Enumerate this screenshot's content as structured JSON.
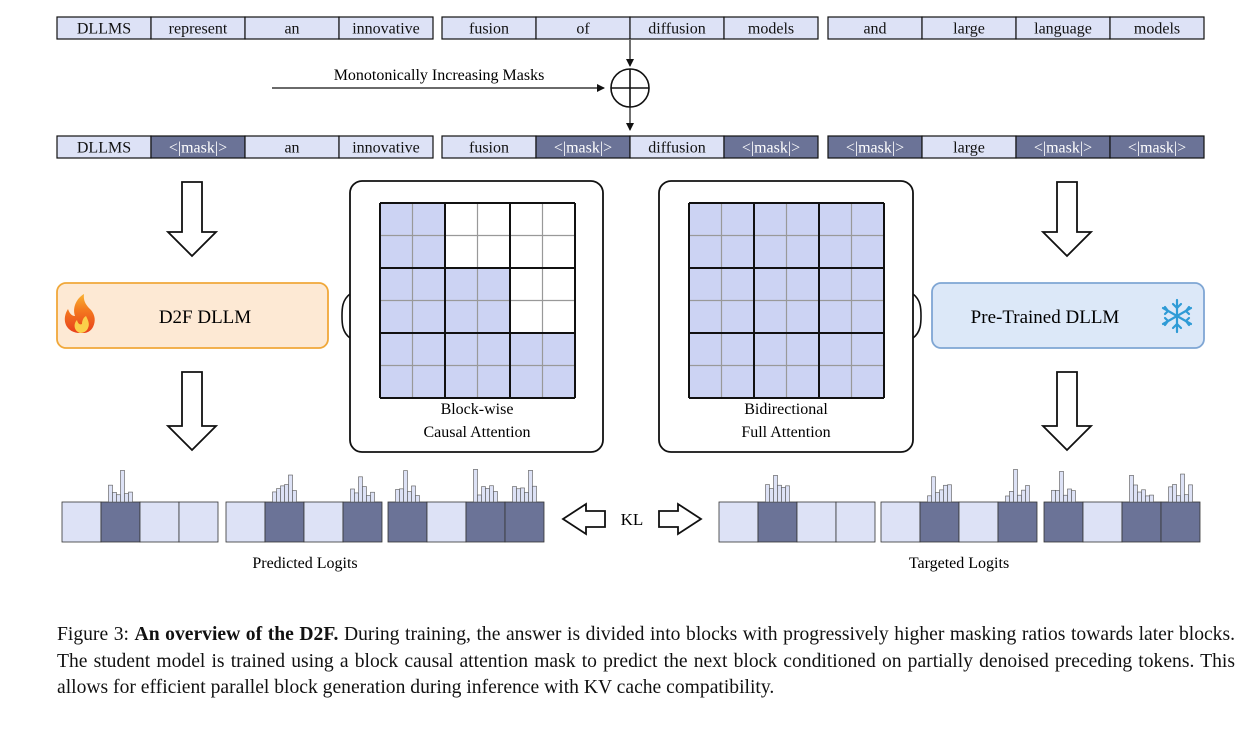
{
  "tokens_top": [
    "DLLMS",
    "represent",
    "an",
    "innovative",
    "fusion",
    "of",
    "diffusion",
    "models",
    "and",
    "large",
    "language",
    "models"
  ],
  "tokens_masked": [
    "DLLMS",
    "<|mask|>",
    "an",
    "innovative",
    "fusion",
    "<|mask|>",
    "diffusion",
    "<|mask|>",
    "<|mask|>",
    "large",
    "<|mask|>",
    "<|mask|>"
  ],
  "masked_flags": [
    false,
    true,
    false,
    false,
    false,
    true,
    false,
    true,
    true,
    false,
    true,
    true
  ],
  "mask_process_label": "Monotonically Increasing Masks",
  "student_model_label": "D2F DLLM",
  "teacher_model_label": "Pre-Trained DLLM",
  "student_icon": "fire-icon",
  "teacher_icon": "snowflake-icon",
  "attention_left": {
    "line1": "Block-wise",
    "line2": "Causal Attention",
    "pattern": "block-causal"
  },
  "attention_right": {
    "line1": "Bidirectional",
    "line2": "Full Attention",
    "pattern": "full"
  },
  "kl_label": "KL",
  "predicted_label": "Predicted Logits",
  "targeted_label": "Targeted Logits",
  "colors": {
    "token_fill": "#dde2f6",
    "mask_fill": "#6b7397",
    "grid_fill": "#ccd3f3",
    "student_fill": "#fde9d4",
    "student_border": "#f0a83a",
    "teacher_fill": "#dce8f8",
    "teacher_border": "#7fa6d4"
  },
  "caption": {
    "label": "Figure 3:",
    "bold": "An overview of the D2F.",
    "text": "During training, the answer is divided into blocks with progressively higher masking ratios towards later blocks. The student model is trained using a block causal attention mask to predict the next block conditioned on partially denoised preceding tokens. This allows for efficient parallel block generation during inference with KV cache compatibility."
  }
}
